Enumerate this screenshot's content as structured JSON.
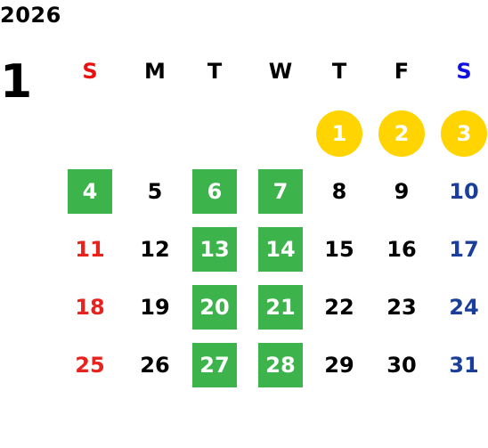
{
  "year": "2026",
  "month": "1",
  "weekdays": [
    "S",
    "M",
    "T",
    "W",
    "T",
    "F",
    "S"
  ],
  "colors": {
    "sunday": "#e8231e",
    "saturday": "#1a3e9a",
    "weekday": "#000000",
    "sunday_header": "#e81010",
    "saturday_header": "#1010e0",
    "green_highlight": "#3cb44b",
    "yellow_holiday": "#ffd400"
  },
  "weeks": [
    [
      null,
      null,
      null,
      null,
      "1",
      "2",
      "3"
    ],
    [
      "4",
      "5",
      "6",
      "7",
      "8",
      "9",
      "10"
    ],
    [
      "11",
      "12",
      "13",
      "14",
      "15",
      "16",
      "17"
    ],
    [
      "18",
      "19",
      "20",
      "21",
      "22",
      "23",
      "24"
    ],
    [
      "25",
      "26",
      "27",
      "28",
      "29",
      "30",
      "31"
    ]
  ],
  "highlights": {
    "yellow": [
      "1",
      "2",
      "3"
    ],
    "green": [
      "4",
      "6",
      "7",
      "13",
      "14",
      "20",
      "21",
      "27",
      "28"
    ]
  }
}
